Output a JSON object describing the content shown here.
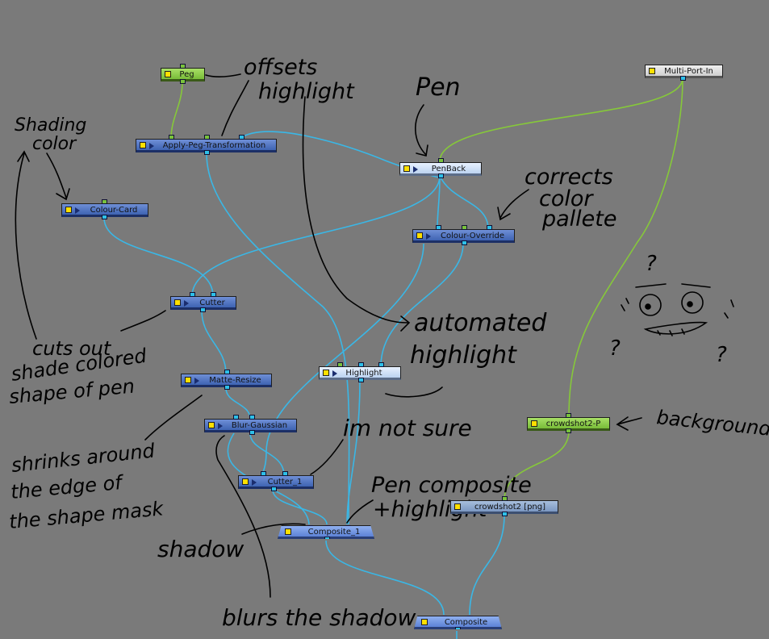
{
  "nodes": {
    "peg": "Peg",
    "apply_peg": "Apply-Peg-Transformation",
    "colour_card": "Colour-Card",
    "cutter": "Cutter",
    "matte_resize": "Matte-Resize",
    "blur_gaussian": "Blur-Gaussian",
    "cutter_1": "Cutter_1",
    "composite_1": "Composite_1",
    "penback": "PenBack",
    "colour_override": "Colour-Override",
    "highlight": "Highlight",
    "multi_port_in": "Multi-Port-In",
    "crowdshot2_p": "crowdshot2-P",
    "crowdshot2_png": "crowdshot2 [png]",
    "composite": "Composite"
  },
  "annotations": {
    "offsets_1": "offsets",
    "offsets_2": "highlight",
    "pen": "Pen",
    "shading_1": "Shading",
    "shading_2": "color",
    "corrects_1": "corrects",
    "corrects_2": "color",
    "corrects_3": "pallete",
    "automated_1": "automated",
    "automated_2": "highlight",
    "cuts_1": "cuts out",
    "cuts_2": "shade colored",
    "cuts_3": "shape of pen",
    "background": "background",
    "not_sure": "im not sure",
    "shrinks_1": "shrinks around",
    "shrinks_2": "the edge of",
    "shrinks_3": "the shape mask",
    "pen_comp_1": "Pen composite",
    "pen_comp_2": "+highlight",
    "shadow": "shadow",
    "blurs": "blurs the shadow",
    "question_1": "?",
    "question_2": "?",
    "question_3": "?"
  },
  "colors": {
    "background": "#7a7a7a",
    "wire_blue": "#3ab7e6",
    "wire_green": "#86c83a",
    "ink": "#000000"
  }
}
